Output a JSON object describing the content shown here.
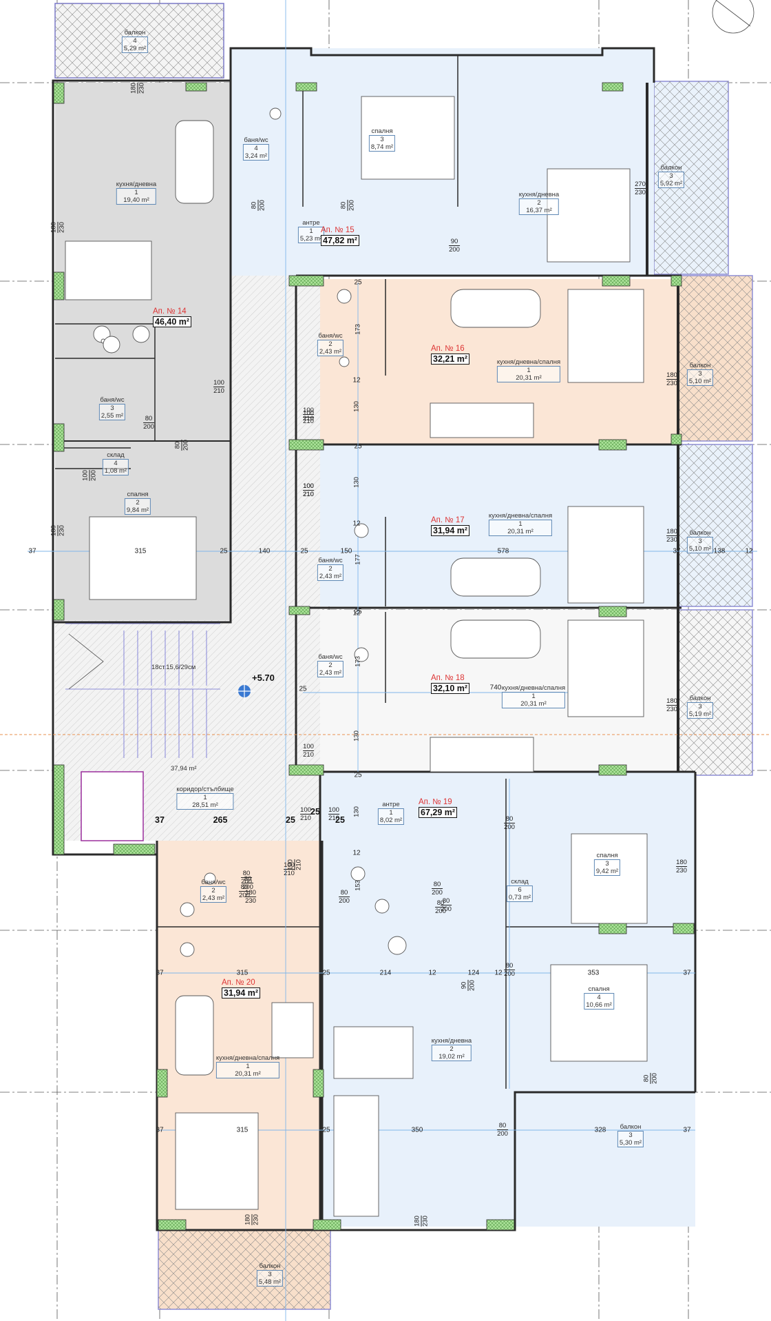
{
  "plan": {
    "level_mark": "+5.70",
    "stair_note": "18ст.15,6/29см",
    "corridor_total": "37,94 m²",
    "apartments": [
      {
        "id": "14",
        "title": "Ап. № 14",
        "area": "46,40 m²",
        "fill": "#dcdcdc"
      },
      {
        "id": "15",
        "title": "Ап. № 15",
        "area": "47,82 m²",
        "fill": "#e8f1fb"
      },
      {
        "id": "16",
        "title": "Ап. № 16",
        "area": "32,21 m²",
        "fill": "#fbe6d6"
      },
      {
        "id": "17",
        "title": "Ап. № 17",
        "area": "31,94 m²",
        "fill": "#e8f1fb"
      },
      {
        "id": "18",
        "title": "Ап. № 18",
        "area": "32,10 m²",
        "fill": "#f7f7f7"
      },
      {
        "id": "19",
        "title": "Ап. № 19",
        "area": "67,29 m²",
        "fill": "#e8f1fb"
      },
      {
        "id": "20",
        "title": "Ап. № 20",
        "area": "31,94 m²",
        "fill": "#fbe6d6"
      }
    ],
    "rooms": [
      {
        "name": "балкон",
        "num": "4",
        "area": "5,29 m²"
      },
      {
        "name": "кухня/дневна",
        "num": "1",
        "area": "19,40 m²"
      },
      {
        "name": "баня/wc",
        "num": "3",
        "area": "2,55 m²"
      },
      {
        "name": "склад",
        "num": "4",
        "area": "1,08 m²"
      },
      {
        "name": "спалня",
        "num": "2",
        "area": "9,84 m²"
      },
      {
        "name": "баня/wc",
        "num": "4",
        "area": "3,24 m²"
      },
      {
        "name": "спалня",
        "num": "3",
        "area": "8,74 m²"
      },
      {
        "name": "антре",
        "num": "1",
        "area": "5,23 m²"
      },
      {
        "name": "кухня/дневна",
        "num": "2",
        "area": "16,37 m²"
      },
      {
        "name": "балкон",
        "num": "3",
        "area": "5,92 m²"
      },
      {
        "name": "баня/wc",
        "num": "2",
        "area": "2,43 m²"
      },
      {
        "name": "кухня/дневна/спалня",
        "num": "1",
        "area": "20,31 m²"
      },
      {
        "name": "балкон",
        "num": "3",
        "area": "5,10 m²"
      },
      {
        "name": "баня/wc",
        "num": "2",
        "area": "2,43 m²"
      },
      {
        "name": "кухня/дневна/спалня",
        "num": "1",
        "area": "20,31 m²"
      },
      {
        "name": "балкон",
        "num": "3",
        "area": "5,10 m²"
      },
      {
        "name": "баня/wc",
        "num": "2",
        "area": "2,43 m²"
      },
      {
        "name": "кухня/дневна/спалня",
        "num": "1",
        "area": "20,31 m²"
      },
      {
        "name": "балкон",
        "num": "3",
        "area": "5,19 m²"
      },
      {
        "name": "коридор/стълбище",
        "num": "1",
        "area": "28,51 m²"
      },
      {
        "name": "антре",
        "num": "1",
        "area": "8,02 m²"
      },
      {
        "name": "спалня",
        "num": "3",
        "area": "9,42 m²"
      },
      {
        "name": "склад",
        "num": "6",
        "area": "0,73 m²"
      },
      {
        "name": "спалня",
        "num": "4",
        "area": "10,66 m²"
      },
      {
        "name": "кухня/дневна",
        "num": "2",
        "area": "19,02 m²"
      },
      {
        "name": "балкон",
        "num": "3",
        "area": "5,30 m²"
      },
      {
        "name": "баня/wc",
        "num": "2",
        "area": "2,43 m²"
      },
      {
        "name": "кухня/дневна/спалня",
        "num": "1",
        "area": "20,31 m²"
      },
      {
        "name": "балкон",
        "num": "3",
        "area": "5,48 m²"
      }
    ],
    "dims": [
      "37",
      "315",
      "25",
      "140",
      "25",
      "150",
      "578",
      "37",
      "138",
      "12",
      "740",
      "37",
      "265",
      "25",
      "25",
      "25",
      "37",
      "315",
      "25",
      "214",
      "12",
      "124",
      "12",
      "353",
      "37",
      "37",
      "315",
      "25",
      "350",
      "328",
      "37",
      "25",
      "25",
      "25",
      "25",
      "25",
      "12",
      "12",
      "12",
      "12",
      "173",
      "173",
      "177",
      "153",
      "130",
      "130",
      "130",
      "130"
    ],
    "doors": [
      {
        "w": "180",
        "h": "230"
      },
      {
        "w": "180",
        "h": "230"
      },
      {
        "w": "180",
        "h": "230"
      },
      {
        "w": "80",
        "h": "200"
      },
      {
        "w": "80",
        "h": "200"
      },
      {
        "w": "90",
        "h": "200"
      },
      {
        "w": "270",
        "h": "230"
      },
      {
        "w": "100",
        "h": "210"
      },
      {
        "w": "100",
        "h": "210"
      },
      {
        "w": "100",
        "h": "210"
      },
      {
        "w": "80",
        "h": "200"
      },
      {
        "w": "80",
        "h": "200"
      },
      {
        "w": "100",
        "h": "200"
      },
      {
        "w": "180",
        "h": "230"
      },
      {
        "w": "100",
        "h": "210"
      },
      {
        "w": "180",
        "h": "230"
      },
      {
        "w": "100",
        "h": "210"
      },
      {
        "w": "180",
        "h": "230"
      },
      {
        "w": "100",
        "h": "210"
      },
      {
        "w": "100",
        "h": "210"
      },
      {
        "w": "80",
        "h": "200"
      },
      {
        "w": "180",
        "h": "230"
      },
      {
        "w": "80",
        "h": "200"
      },
      {
        "w": "100",
        "h": "210"
      },
      {
        "w": "80",
        "h": "200"
      },
      {
        "w": "80",
        "h": "200"
      },
      {
        "w": "90",
        "h": "200"
      },
      {
        "w": "80",
        "h": "200"
      },
      {
        "w": "80",
        "h": "200"
      },
      {
        "w": "180",
        "h": "230"
      },
      {
        "w": "180",
        "h": "230"
      },
      {
        "w": "180",
        "h": "230"
      },
      {
        "w": "100",
        "h": "210"
      },
      {
        "w": "80",
        "h": "200"
      },
      {
        "w": "80",
        "h": "200"
      },
      {
        "w": "80",
        "h": "200"
      },
      {
        "w": "80",
        "h": "200"
      },
      {
        "w": "80",
        "h": "200"
      },
      {
        "w": "100",
        "h": "210"
      }
    ],
    "colors": {
      "grey_apartment": "#dcdcdc",
      "blue_apartment": "#e8f1fb",
      "peach_apartment": "#fbe6d6",
      "wall": "#2a2a2a",
      "column_hatch": "#8fd17f",
      "dimension_line": "#7fb6ea",
      "grid_line": "#555555"
    }
  }
}
